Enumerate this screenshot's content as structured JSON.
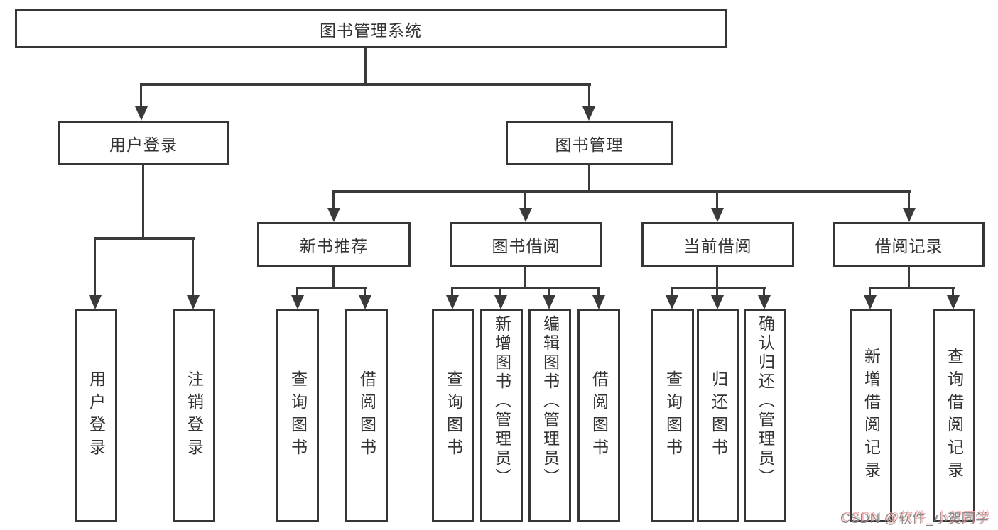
{
  "diagram": {
    "root": {
      "label": "图书管理系统"
    },
    "level2": [
      {
        "label": "用户登录"
      },
      {
        "label": "图书管理"
      }
    ],
    "level3": [
      {
        "label": "新书推荐",
        "parent": "图书管理"
      },
      {
        "label": "图书借阅",
        "parent": "图书管理"
      },
      {
        "label": "当前借阅",
        "parent": "图书管理"
      },
      {
        "label": "借阅记录",
        "parent": "图书管理"
      }
    ],
    "leaves": [
      {
        "label": "用户登录",
        "parent": "用户登录"
      },
      {
        "label": "注销登录",
        "parent": "用户登录"
      },
      {
        "label": "查询图书",
        "parent": "新书推荐"
      },
      {
        "label": "借阅图书",
        "parent": "新书推荐"
      },
      {
        "label": "查询图书",
        "parent": "图书借阅"
      },
      {
        "label": "新增图书（管理员）",
        "parent": "图书借阅"
      },
      {
        "label": "编辑图书（管理员）",
        "parent": "图书借阅"
      },
      {
        "label": "借阅图书",
        "parent": "图书借阅"
      },
      {
        "label": "查询图书",
        "parent": "当前借阅"
      },
      {
        "label": "归还图书",
        "parent": "当前借阅"
      },
      {
        "label": "确认归还（管理员）",
        "parent": "当前借阅"
      },
      {
        "label": "新增借阅记录",
        "parent": "借阅记录"
      },
      {
        "label": "查询借阅记录",
        "parent": "借阅记录"
      }
    ]
  },
  "watermark": {
    "text": "CSDN @软件_小贺同学"
  },
  "colors": {
    "background": "#ffffff",
    "box_border": "#363636",
    "line": "#3a3a3a",
    "text": "#333333",
    "watermark_text": "#8b8b8b",
    "watermark_shadow": "#f6a6a6"
  }
}
